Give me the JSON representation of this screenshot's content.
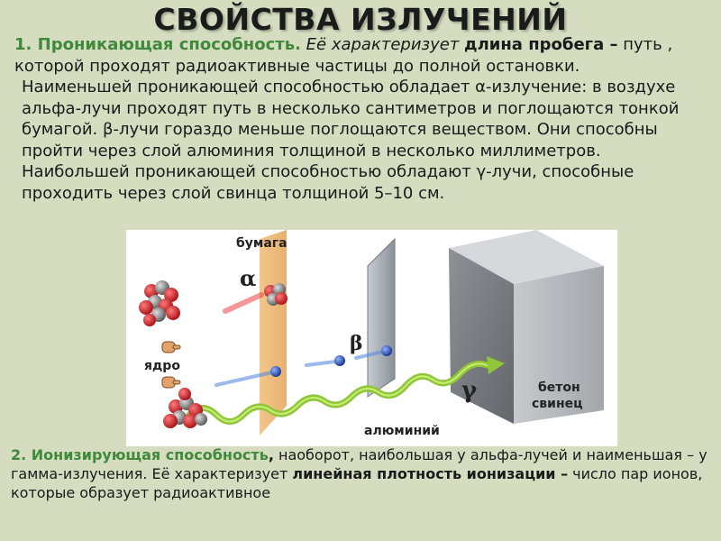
{
  "title": "СВОЙСТВА ИЗЛУЧЕНИЙ",
  "section1": {
    "heading": "1. Проникающая способность.",
    "intro_italic": " Её характеризует ",
    "term_bold": "длина пробега –",
    "definition": " путь , которой проходят радиоактивные частицы до полной остановки.",
    "paragraph2": "Наименьшей проникающей способностью обладает α-излучение: в воздухе альфа-лучи проходят путь в несколько сантиметров и поглощаются тонкой бумагой. β-лучи гораздо меньше поглощаются веществом. Они способны пройти через слой алюминия толщиной в несколько миллиметров. Наибольшей проникающей способностью обладают γ-лучи, способные проходить через слой свинца толщиной 5–10 см."
  },
  "figure": {
    "label_paper": "бумага",
    "label_nucleus": "ядро",
    "label_aluminum": "алюминий",
    "label_concrete": "бетон",
    "label_lead": "свинец",
    "symbol_alpha": "α",
    "symbol_beta": "β",
    "symbol_gamma": "γ"
  },
  "section2": {
    "heading": "2. Ионизирующая способность",
    "comma": ",",
    "text1": " наоборот, наибольшая у альфа-лучей и наименьшая – у гамма-излучения. Её характеризует ",
    "term_bold": "линейная плотность ионизации –",
    "text2": " число пар ионов, которые образует радиоактивное"
  }
}
